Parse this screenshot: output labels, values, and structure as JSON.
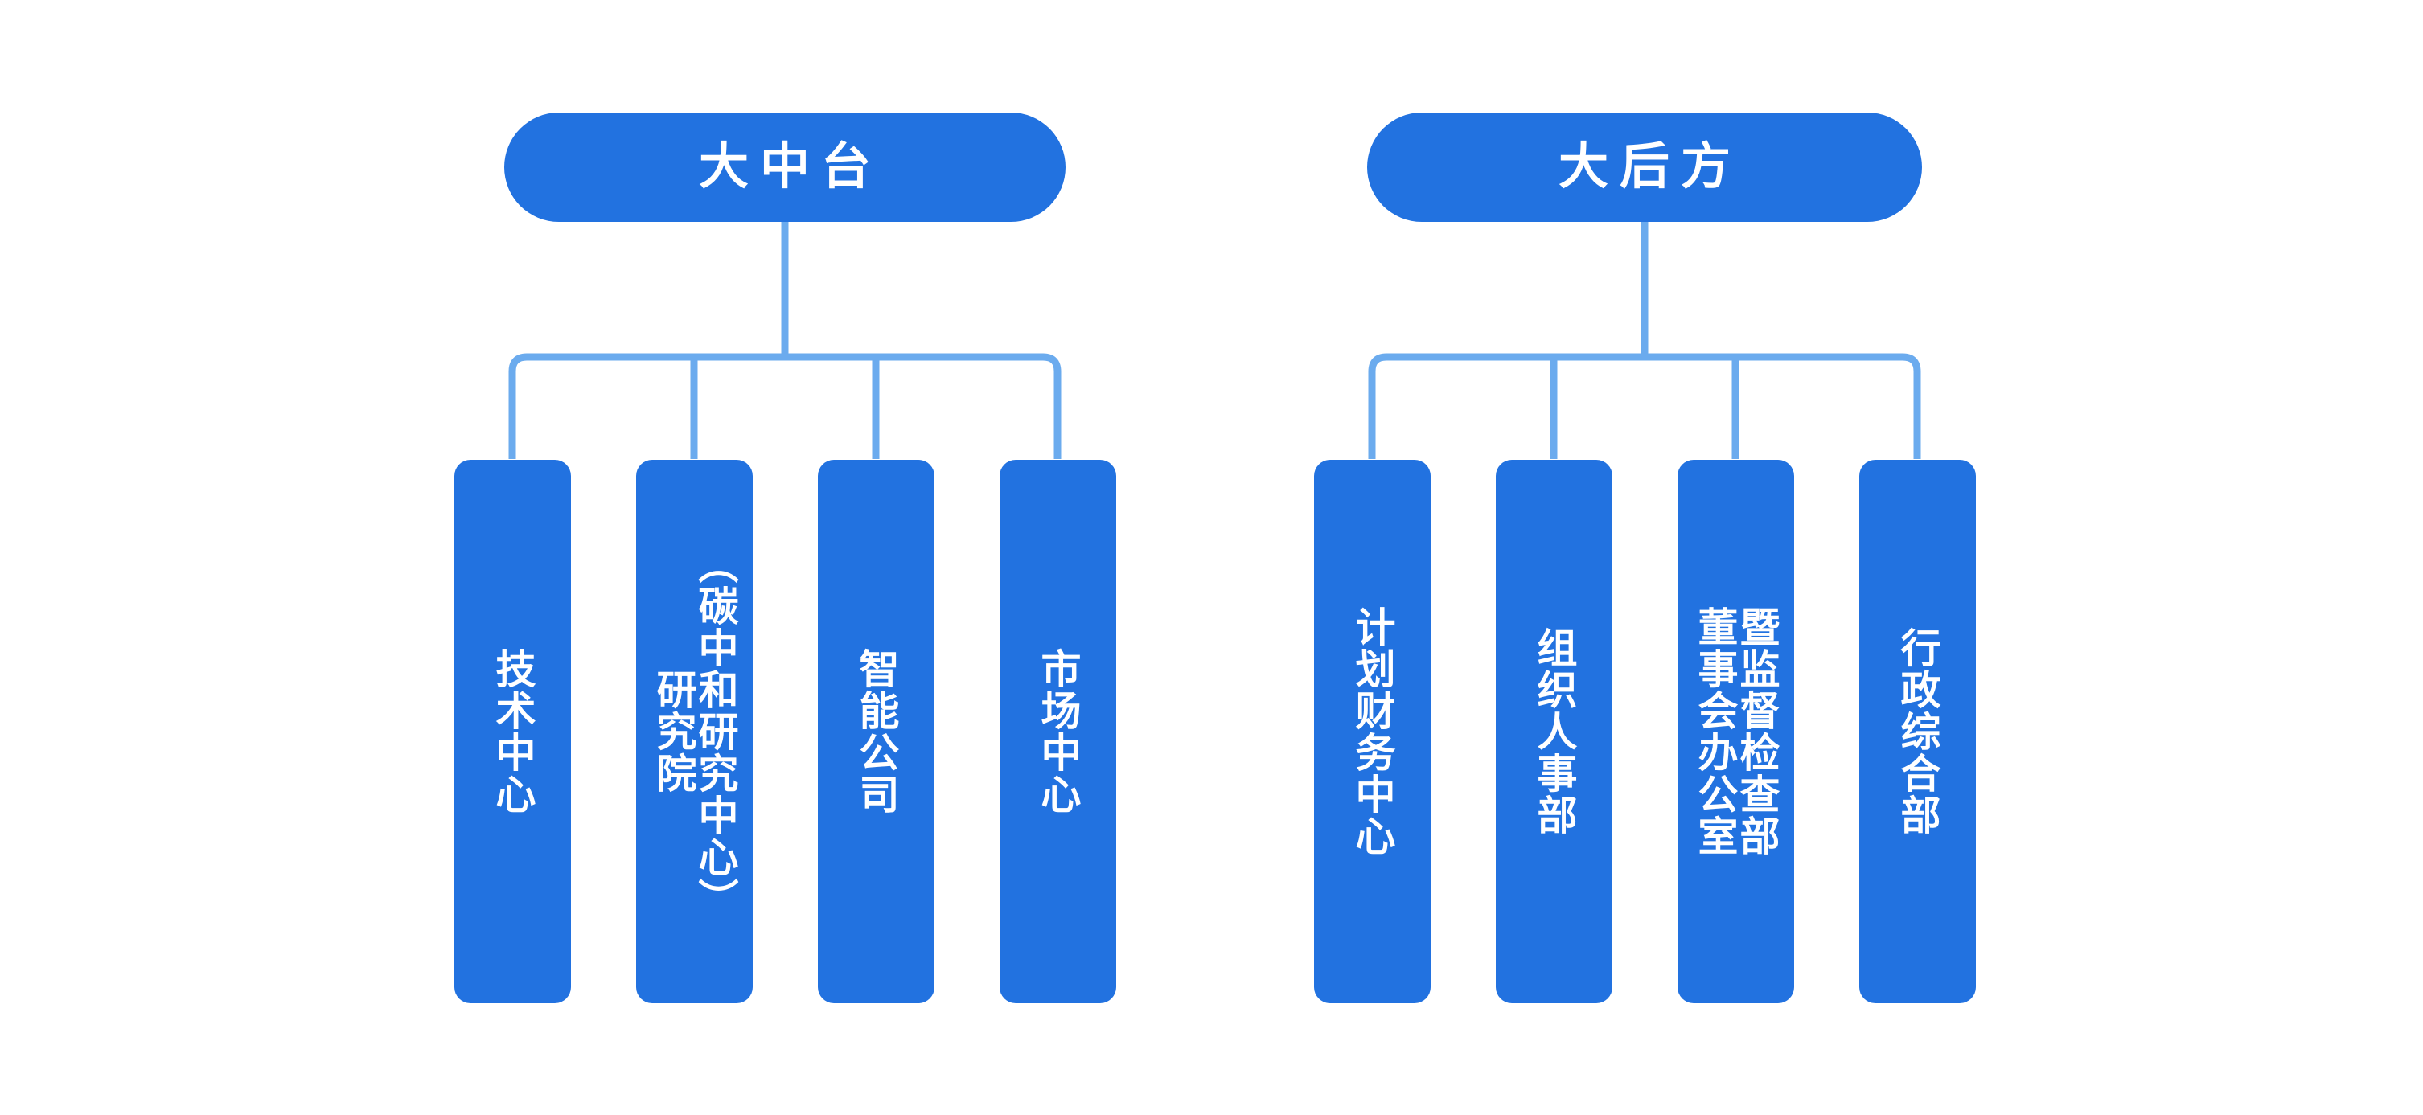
{
  "diagram": {
    "title": "组织架构图",
    "type": "org-chart",
    "orientation": "vertical-rl-text",
    "colors": {
      "box_fill": "#2272E0",
      "connector": "#6BABEE",
      "text": "#FFFFFF",
      "background": "#FFFFFF"
    },
    "groups": [
      {
        "id": "zhongtai",
        "header": {
          "label": "大中台"
        },
        "children": [
          {
            "id": "jishu-zhongxin",
            "label": "技术中心",
            "columns": [
              "技术中心"
            ]
          },
          {
            "id": "yanjiuyuan",
            "label": "研究院（碳中和研究中心）",
            "columns": [
              "（碳中和研究中心）",
              "研究院"
            ]
          },
          {
            "id": "zhineng-gongsi",
            "label": "智能公司",
            "columns": [
              "智能公司"
            ]
          },
          {
            "id": "shichang-zhongxin",
            "label": "市场中心",
            "columns": [
              "市场中心"
            ]
          }
        ]
      },
      {
        "id": "houfang",
        "header": {
          "label": "大后方"
        },
        "children": [
          {
            "id": "jihua-caiwu",
            "label": "计划财务中心",
            "columns": [
              "计划财务中心"
            ]
          },
          {
            "id": "zuzhi-renshi",
            "label": "组织人事部",
            "columns": [
              "组织人事部"
            ]
          },
          {
            "id": "dongshihui",
            "label": "董事会办公室暨监督检查部",
            "columns": [
              "暨监督检查部",
              "董事会办公室"
            ]
          },
          {
            "id": "xingzheng",
            "label": "行政综合部",
            "columns": [
              "行政综合部"
            ]
          }
        ]
      }
    ]
  }
}
